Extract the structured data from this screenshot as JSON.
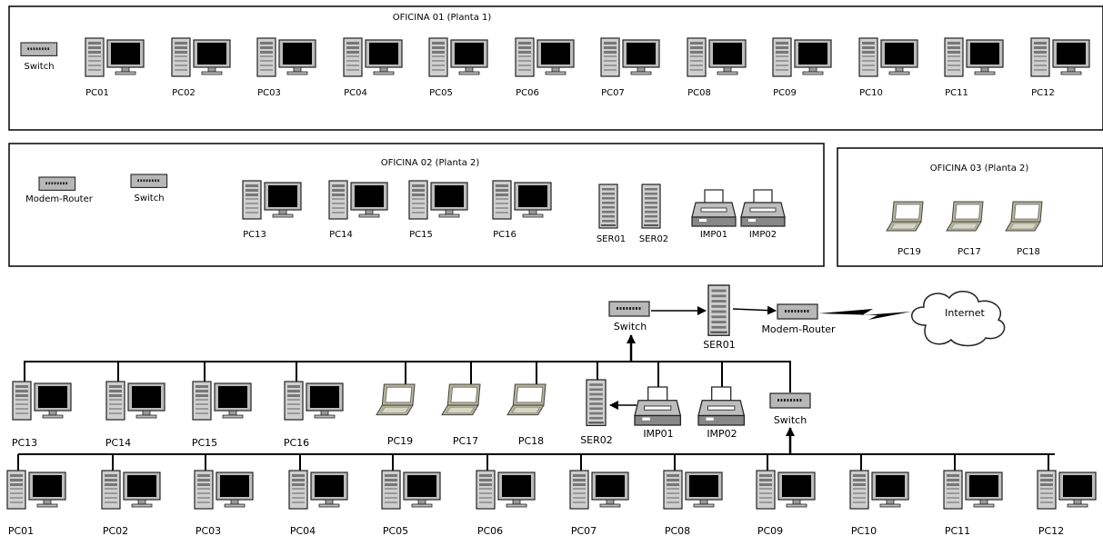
{
  "offices": [
    {
      "title": "OFICINA 01 (Planta 1)",
      "switch_label": "Switch",
      "pcs": [
        "PC01",
        "PC02",
        "PC03",
        "PC04",
        "PC05",
        "PC06",
        "PC07",
        "PC08",
        "PC09",
        "PC10",
        "PC11",
        "PC12"
      ]
    },
    {
      "title": "OFICINA 02 (Planta 2)",
      "modem_label": "Modem-Router",
      "switch_label": "Switch",
      "pcs": [
        "PC13",
        "PC14",
        "PC15",
        "PC16"
      ],
      "servers": [
        "SER01",
        "SER02"
      ],
      "printers": [
        "IMP01",
        "IMP02"
      ]
    },
    {
      "title": "OFICINA 03 (Planta 2)",
      "laptops": [
        "PC19",
        "PC17",
        "PC18"
      ]
    }
  ],
  "topology": {
    "switch_top_label": "Switch",
    "server_label": "SER01",
    "modem_label": "Modem-Router",
    "cloud_label": "Internet",
    "row1_pcs": [
      "PC13",
      "PC14",
      "PC15",
      "PC16"
    ],
    "row1_laptops": [
      "PC19",
      "PC17",
      "PC18"
    ],
    "row1_server": "SER02",
    "printers": [
      "IMP01",
      "IMP02"
    ],
    "switch_mid_label": "Switch",
    "row2_pcs": [
      "PC01",
      "PC02",
      "PC03",
      "PC04",
      "PC05",
      "PC06",
      "PC07",
      "PC08",
      "PC09",
      "PC10",
      "PC11",
      "PC12"
    ]
  },
  "icons": {
    "desktop": "desktop-pc-icon",
    "laptop": "laptop-icon",
    "server": "server-tower-icon",
    "printer": "printer-icon",
    "switch": "network-switch-icon",
    "router": "modem-router-icon",
    "cloud": "internet-cloud-icon"
  },
  "colors": {
    "laptop": "#b5b597",
    "device_gray": "#b8b8b8",
    "line": "#000000"
  }
}
